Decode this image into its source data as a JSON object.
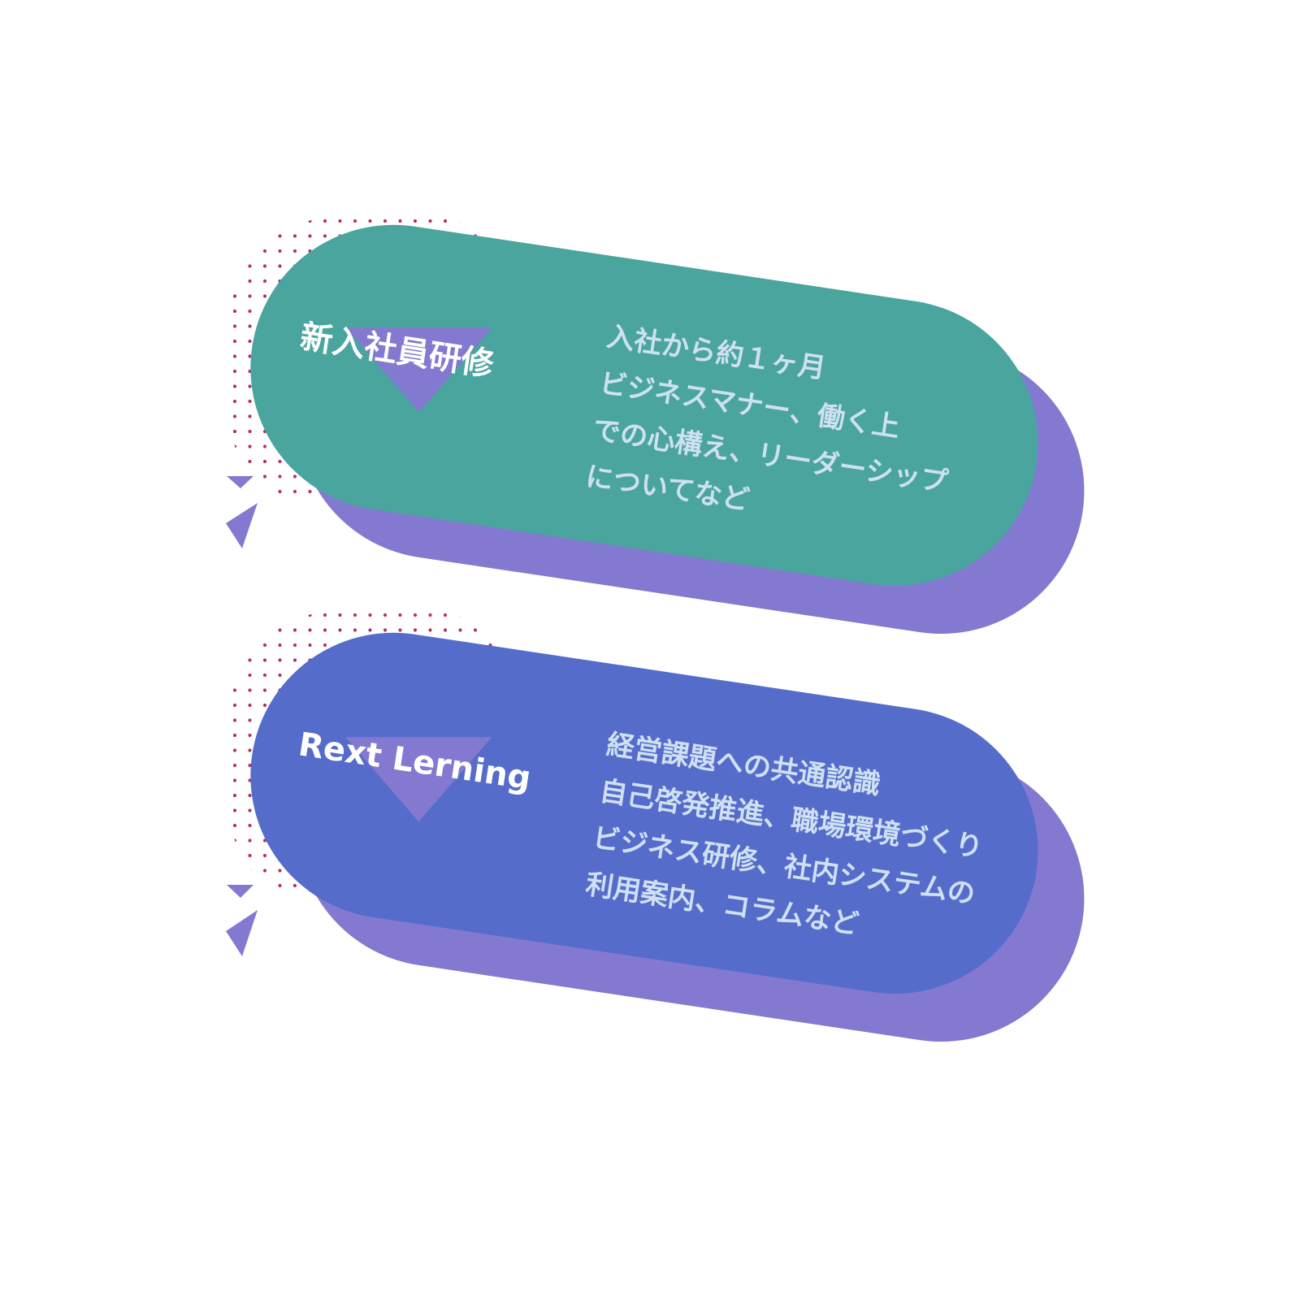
{
  "colors": {
    "background": "#ffffff",
    "shadow_pill": "#8479d0",
    "accent_triangle": "#8479d0",
    "dots": "#b0306e",
    "title_text": "#ffffff",
    "desc_text": "#cfe0f2"
  },
  "cards": [
    {
      "title": "新入社員研修",
      "pill_color": "#4aa59f",
      "desc_lines": [
        "入社から約１ヶ月",
        "ビジネスマナー、働く上",
        "での心構え、リーダーシップ",
        "についてなど"
      ]
    },
    {
      "title": "Rext Lerning",
      "pill_color": "#566ccb",
      "desc_lines": [
        "経営課題への共通認識",
        "自己啓発推進、職場環境づくり",
        "ビジネス研修、社内システムの",
        "利用案内、コラムなど"
      ]
    }
  ]
}
